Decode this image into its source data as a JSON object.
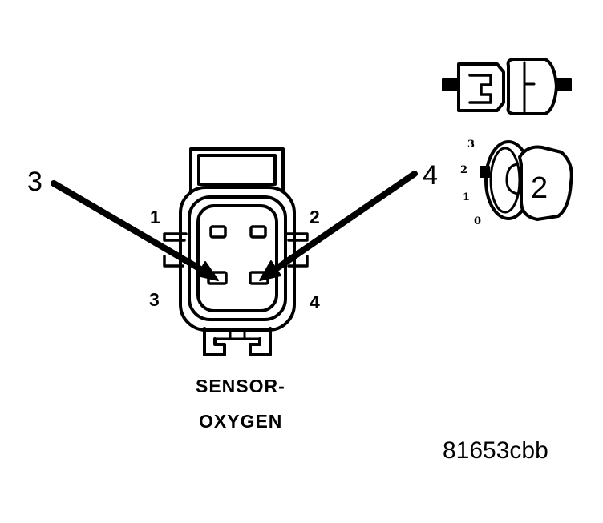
{
  "callouts": {
    "left": "3",
    "right": "4"
  },
  "pins": {
    "p1": "1",
    "p2": "2",
    "p3": "3",
    "p4": "4"
  },
  "caption": {
    "line1": "SENSOR-",
    "line2": "OXYGEN"
  },
  "figure_id": "81653cbb",
  "lock": {
    "positions": [
      "3",
      "2",
      "1",
      "0"
    ],
    "key_label": "2"
  },
  "colors": {
    "ink": "#000000",
    "paper": "#ffffff"
  }
}
